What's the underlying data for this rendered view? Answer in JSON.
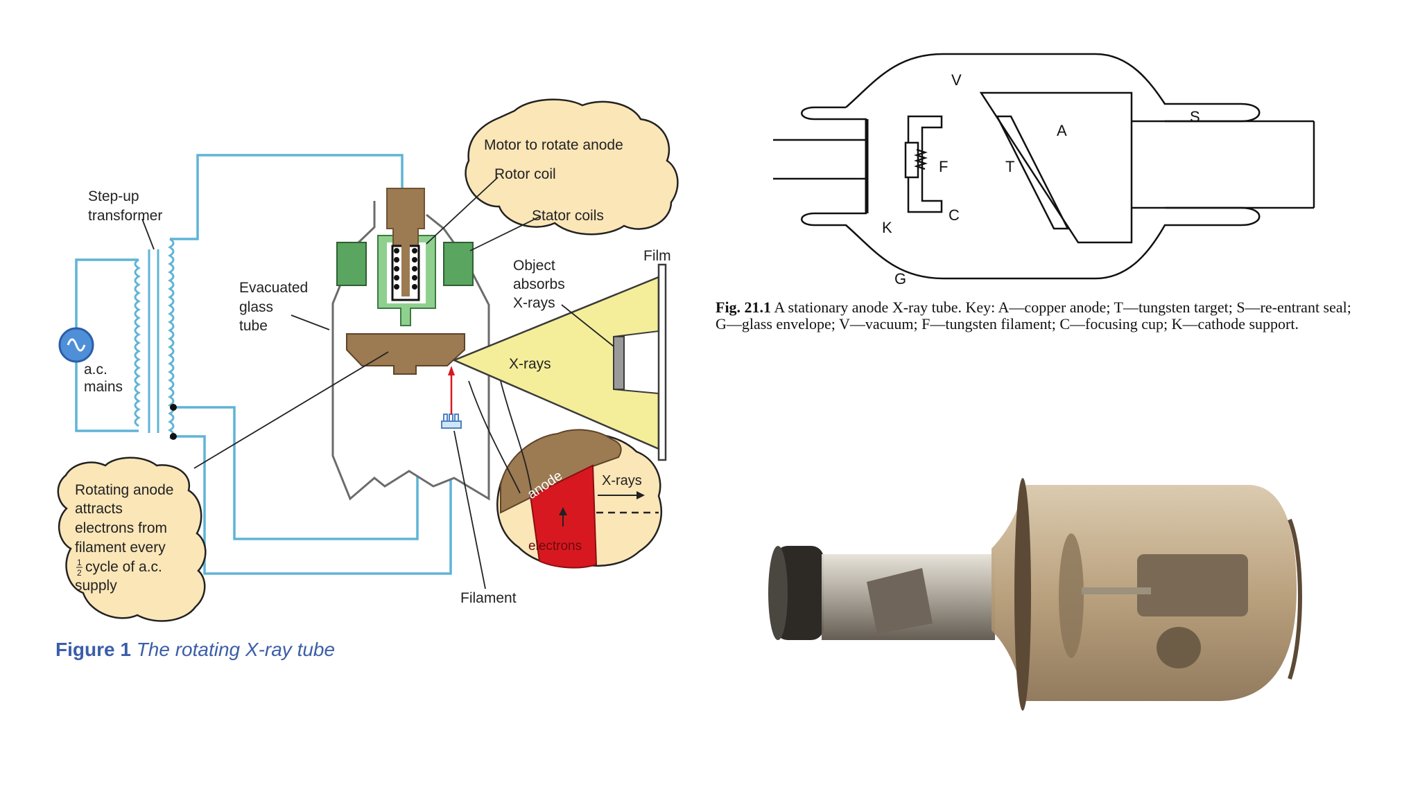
{
  "figure1": {
    "label_step_up": "Step-up",
    "label_transformer": "transformer",
    "label_ac": "a.c.",
    "label_mains": "mains",
    "label_motor": "Motor to rotate anode",
    "label_rotor": "Rotor coil",
    "label_stator": "Stator coils",
    "label_evacuated_1": "Evacuated",
    "label_evacuated_2": "glass",
    "label_evacuated_3": "tube",
    "label_object_1": "Object",
    "label_object_2": "absorbs",
    "label_object_3": "X-rays",
    "label_film": "Film",
    "label_xrays": "X-rays",
    "label_anode": "anode",
    "label_xrays_inset": "X-rays",
    "label_electrons": "electrons",
    "label_filament": "Filament",
    "label_rot_1": "Rotating anode",
    "label_rot_2": "attracts",
    "label_rot_3": "electrons from",
    "label_rot_4": "filament every",
    "label_rot_5": "cycle of a.c.",
    "label_rot_6": "supply",
    "caption_number": "Figure 1",
    "caption_text": "The rotating X-ray tube"
  },
  "figure2": {
    "label_V": "V",
    "label_A": "A",
    "label_S": "S",
    "label_F": "F",
    "label_T": "T",
    "label_C": "C",
    "label_K": "K",
    "label_G": "G",
    "caption_number": "Fig. 21.1",
    "caption_text": "A stationary anode X-ray tube. Key: A—copper anode; T—tungsten target; S—re-entrant seal; G—glass envelope; V—vacuum; F—tungsten filament; C—focusing cup; K—cathode support."
  },
  "colors": {
    "wire": "#5fb4d6",
    "cloud": "#fbe6b8",
    "brown": "#9c7a52",
    "green": "#5aa560",
    "yellow": "#f4ee9a",
    "red": "#d81820"
  }
}
